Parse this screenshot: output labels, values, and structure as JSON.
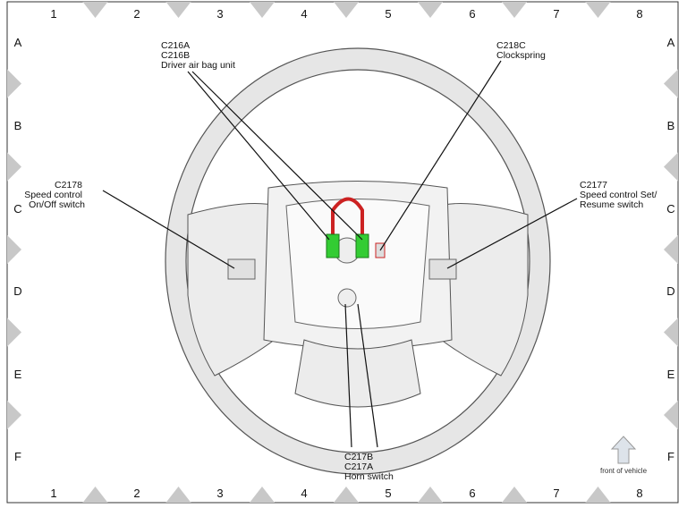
{
  "grid": {
    "columns": [
      "1",
      "2",
      "3",
      "4",
      "5",
      "6",
      "7",
      "8"
    ],
    "rows": [
      "A",
      "B",
      "C",
      "D",
      "E",
      "F"
    ]
  },
  "callouts": {
    "c216": [
      "C216A",
      "C216B",
      "Driver air bag unit"
    ],
    "c218c": [
      "C218C",
      "Clockspring"
    ],
    "c2178": [
      "C2178",
      "Speed control",
      "On/Off switch"
    ],
    "c2177": [
      "C2177",
      "Speed control Set/",
      "Resume switch"
    ],
    "c217": [
      "C217B",
      "C217A",
      "Horn switch"
    ]
  },
  "orientation": {
    "label": "front of vehicle",
    "icon": "up-arrow-icon"
  },
  "colors": {
    "connector": "#33cc33",
    "wire": "#cc2222",
    "marker": "#c8c8c8"
  }
}
